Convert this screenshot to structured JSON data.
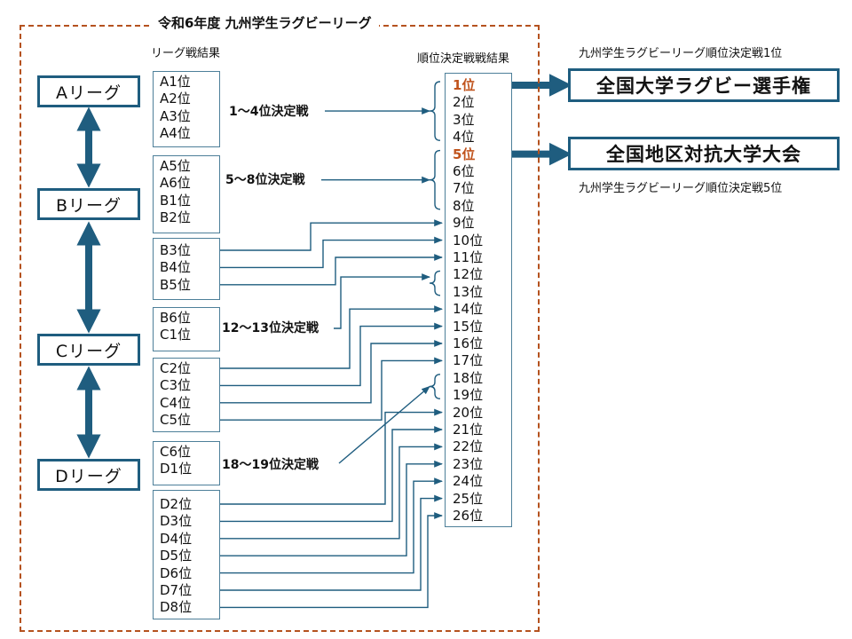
{
  "title": "令和6年度 九州学生ラグビーリーグ",
  "labels": {
    "league_results": "リーグ戦結果",
    "playoff_results": "順位決定戦戦結果"
  },
  "leagues": [
    "Aリーグ",
    "Bリーグ",
    "Cリーグ",
    "Dリーグ"
  ],
  "groups": [
    [
      "A1位",
      "A2位",
      "A3位",
      "A4位"
    ],
    [
      "A5位",
      "A6位",
      "B1位",
      "B2位"
    ],
    [
      "B3位",
      "B4位",
      "B5位"
    ],
    [
      "B6位",
      "C1位"
    ],
    [
      "C2位",
      "C3位",
      "C4位",
      "C5位"
    ],
    [
      "C6位",
      "D1位"
    ],
    [
      "D2位",
      "D3位",
      "D4位",
      "D5位",
      "D6位",
      "D7位",
      "D8位"
    ]
  ],
  "ranks": [
    "1位",
    "2位",
    "3位",
    "4位",
    "5位",
    "6位",
    "7位",
    "8位",
    "9位",
    "10位",
    "11位",
    "12位",
    "13位",
    "14位",
    "15位",
    "16位",
    "17位",
    "18位",
    "19位",
    "20位",
    "21位",
    "22位",
    "23位",
    "24位",
    "25位",
    "26位"
  ],
  "highlight_ranks": [
    0,
    4
  ],
  "matches": [
    "1～4位決定戦",
    "5～8位決定戦",
    "12～13位決定戦",
    "18～19位決定戦"
  ],
  "destinations": {
    "rank1_note": "九州学生ラグビーリーグ順位決定戦1位",
    "rank1_event": "全国大学ラグビー選手権",
    "rank5_event": "全国地区対抗大学大会",
    "rank5_note": "九州学生ラグビーリーグ順位決定戦5位"
  },
  "colors": {
    "frame": "#b5521f",
    "accent": "#1f5d7f",
    "highlight": "#c0531c"
  }
}
